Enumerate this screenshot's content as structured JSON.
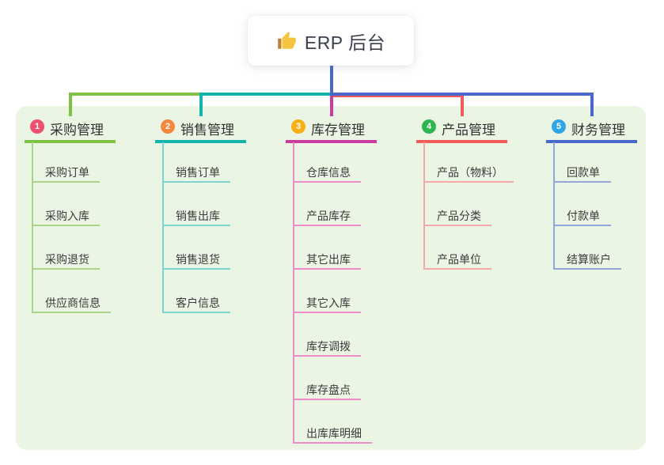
{
  "root": {
    "label": "ERP 后台",
    "icon": "thumbs-up-icon"
  },
  "branches": [
    {
      "badge": "1",
      "label": "采购管理",
      "color": "#7fc243",
      "child_color": "#a9d489",
      "badge_color": "#ee5170",
      "children": [
        "采购订单",
        "采购入库",
        "采购退货",
        "供应商信息"
      ]
    },
    {
      "badge": "2",
      "label": "销售管理",
      "color": "#14b4ae",
      "child_color": "#7cd6cf",
      "badge_color": "#f5873f",
      "children": [
        "销售订单",
        "销售出库",
        "销售退货",
        "客户信息"
      ]
    },
    {
      "badge": "3",
      "label": "库存管理",
      "color": "#c93da2",
      "child_color": "#ee8cc9",
      "badge_color": "#f9ae13",
      "children": [
        "仓库信息",
        "产品库存",
        "其它出库",
        "其它入库",
        "库存调拨",
        "库存盘点",
        "出库库明细"
      ]
    },
    {
      "badge": "4",
      "label": "产品管理",
      "color": "#f15b5b",
      "child_color": "#f7a8a8",
      "badge_color": "#2eb550",
      "children": [
        "产品（物料）",
        "产品分类",
        "产品单位"
      ]
    },
    {
      "badge": "5",
      "label": "财务管理",
      "color": "#4a68cb",
      "child_color": "#92a7e2",
      "badge_color": "#2da5e8",
      "children": [
        "回款单",
        "付款单",
        "结算账户"
      ]
    }
  ],
  "colors": {
    "panel_bg": "#eaf6e3",
    "root_line": "#4a68cb",
    "text": "#333333",
    "thumb_yellow": "#f7c440",
    "thumb_cuff": "#c1822f"
  }
}
